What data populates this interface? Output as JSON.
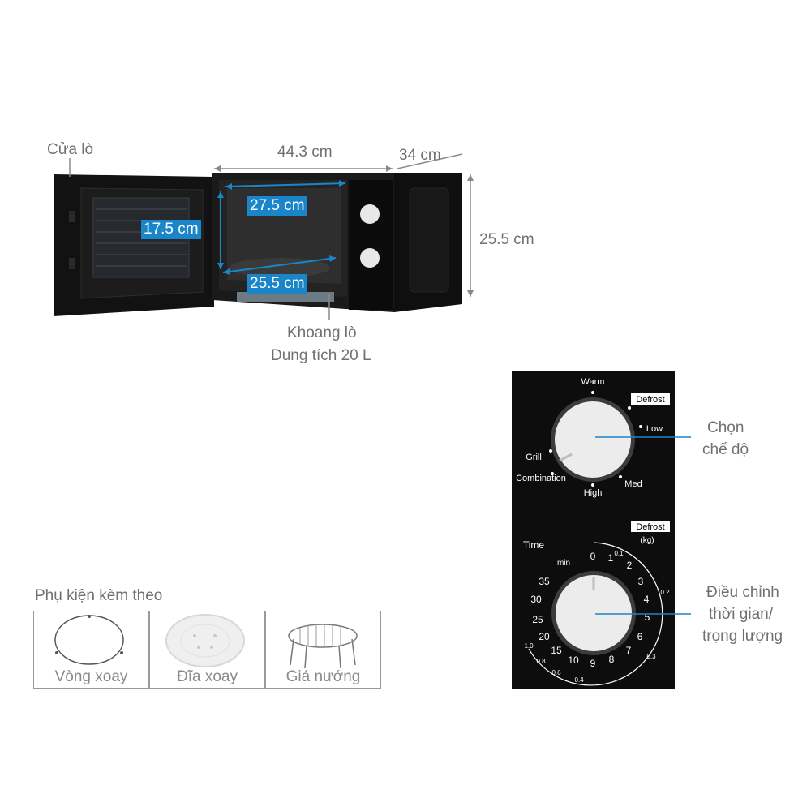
{
  "oven_labels": {
    "door": "Cửa lò",
    "width": "44.3 cm",
    "depth": "34 cm",
    "height": "25.5 cm",
    "cavity_width": "27.5 cm",
    "cavity_height": "17.5 cm",
    "cavity_depth": "25.5 cm",
    "cavity_line1": "Khoang lò",
    "cavity_line2": "Dung tích 20 L"
  },
  "panel": {
    "mode_knob": {
      "options": [
        "Warm",
        "Defrost",
        "Low",
        "Med",
        "High",
        "Combination",
        "Grill"
      ],
      "callout_line1": "Chọn",
      "callout_line2": "chế độ"
    },
    "time_knob": {
      "title": "Time",
      "unit": "min",
      "defrost": "Defrost",
      "defrost_unit": "(kg)",
      "minutes": [
        "0",
        "1",
        "2",
        "3",
        "4",
        "5",
        "6",
        "7",
        "8",
        "9",
        "10",
        "15",
        "20",
        "25",
        "30",
        "35"
      ],
      "weights": [
        "0.1",
        "0.2",
        "0.3",
        "0.4",
        "0.6",
        "0.8",
        "1.0"
      ],
      "callout_line1": "Điều chỉnh",
      "callout_line2": "thời gian/",
      "callout_line3": "trọng lượng"
    }
  },
  "accessories": {
    "title": "Phụ kiện kèm theo",
    "items": [
      {
        "label": "Vòng xoay",
        "icon": "roller-ring-icon"
      },
      {
        "label": "Đĩa xoay",
        "icon": "turntable-plate-icon"
      },
      {
        "label": "Giá nướng",
        "icon": "grill-rack-icon"
      }
    ]
  },
  "colors": {
    "accent_blue": "#1a86c9",
    "panel_black": "#0d0d0d",
    "dimension_gray": "#8a8a8a"
  }
}
